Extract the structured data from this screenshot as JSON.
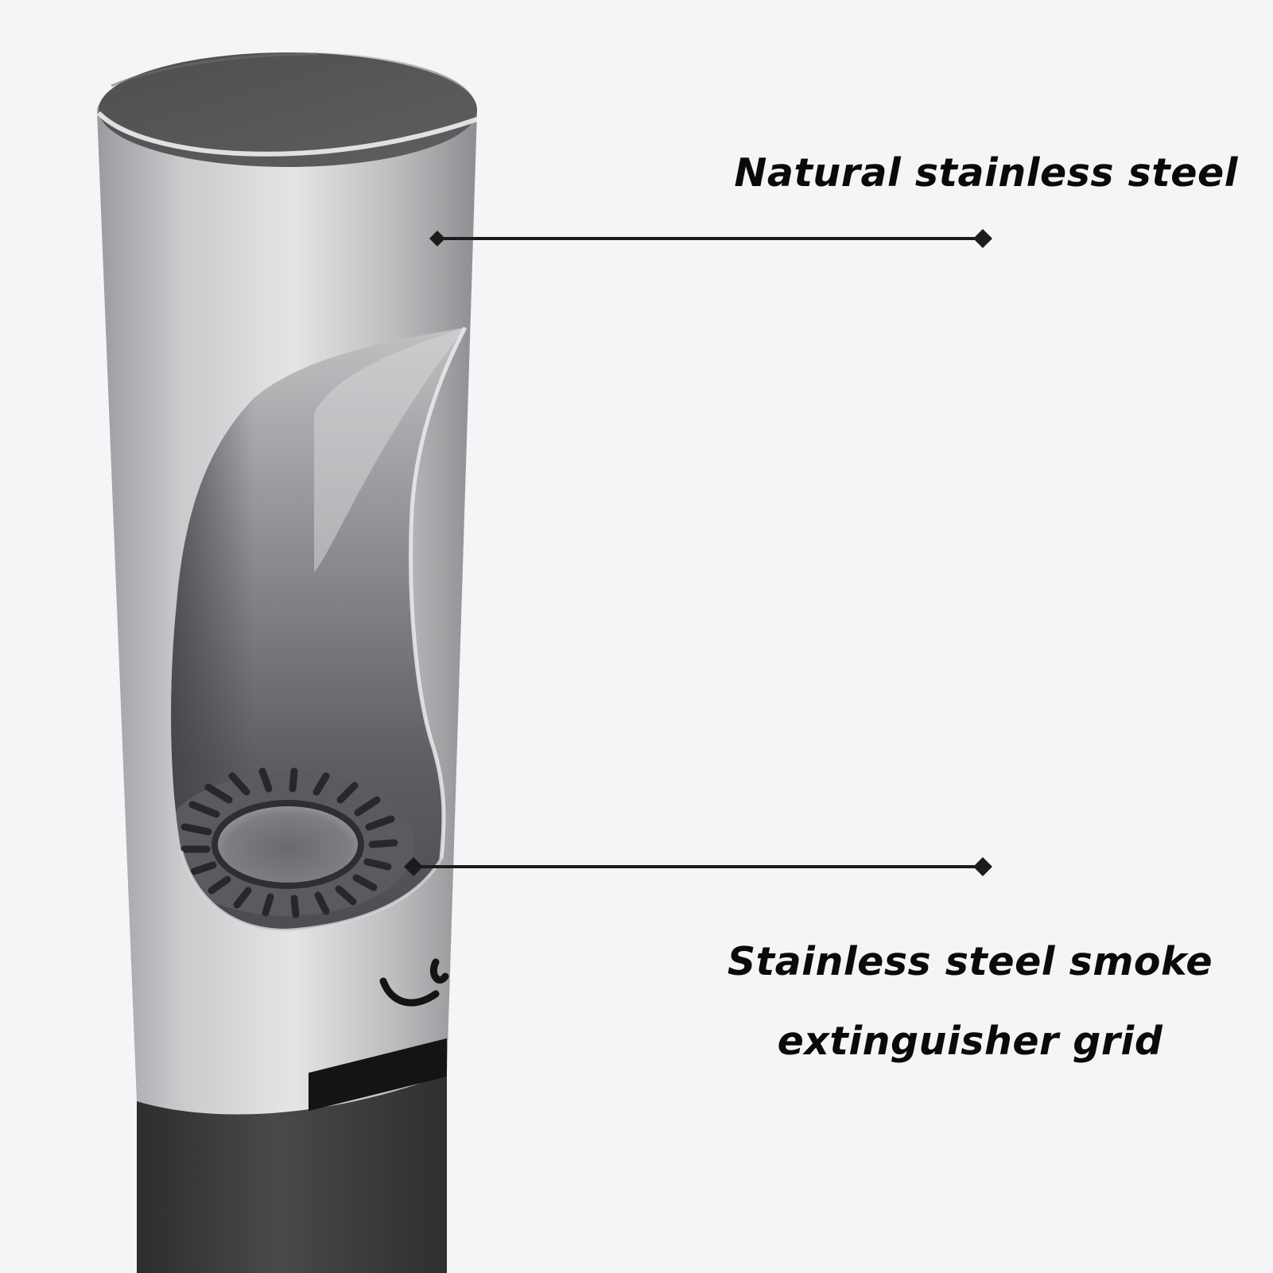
{
  "colors": {
    "background": "#f4f5f6",
    "steel_light": "#e2e3e5",
    "steel_mid": "#a7a8ab",
    "steel_dark": "#7c7d80",
    "lid_top": "#545557",
    "body_dark": "#3a3b3d",
    "leader_line": "#1c1c1c"
  },
  "callouts": {
    "top": {
      "text": "Natural stainless steel"
    },
    "bottom": {
      "line1": "Stainless steel smoke",
      "line2": "extinguisher grid"
    }
  },
  "icons": [
    "stainless-steel-ashtray-post",
    "extinguisher-grid-icon",
    "smoke-logo-icon"
  ]
}
